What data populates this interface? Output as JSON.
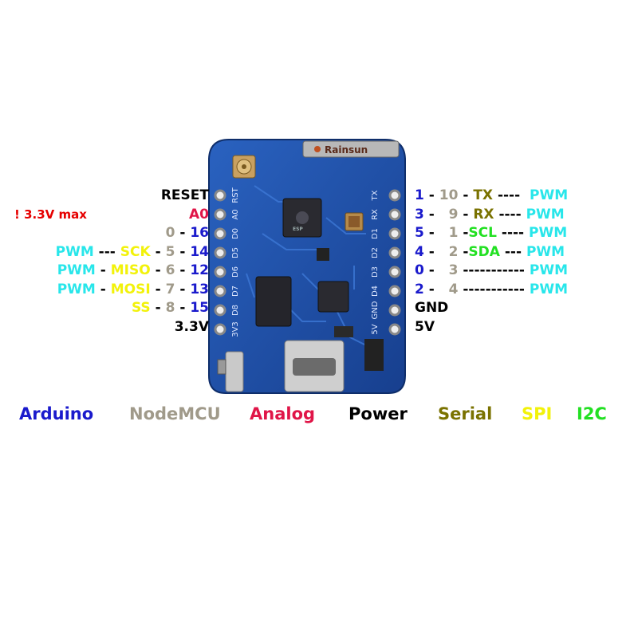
{
  "colors": {
    "arduino": "#1a1acc",
    "nodemcu": "#a09a8a",
    "analog": "#e01548",
    "power": "#000000",
    "serial": "#7a7200",
    "spi": "#f2f20a",
    "i2c": "#22e022",
    "pwm": "#28e6ea",
    "dash": "#000000",
    "warning": "#e60000",
    "pcb": "#1f4fa8"
  },
  "warning": "! 3.3V max",
  "left_pins": [
    {
      "segments": [
        {
          "text": "RESET",
          "color": "power"
        }
      ]
    },
    {
      "segments": [
        {
          "text": "A0",
          "color": "analog"
        }
      ]
    },
    {
      "segments": [
        {
          "text": "0",
          "color": "nodemcu"
        },
        {
          "text": " - ",
          "color": "dash"
        },
        {
          "text": "16",
          "color": "arduino"
        }
      ]
    },
    {
      "segments": [
        {
          "text": "PWM",
          "color": "pwm"
        },
        {
          "text": " --- ",
          "color": "dash"
        },
        {
          "text": "SCK",
          "color": "spi"
        },
        {
          "text": " - ",
          "color": "dash"
        },
        {
          "text": "5",
          "color": "nodemcu"
        },
        {
          "text": " - ",
          "color": "dash"
        },
        {
          "text": "14",
          "color": "arduino"
        }
      ]
    },
    {
      "segments": [
        {
          "text": "PWM",
          "color": "pwm"
        },
        {
          "text": " - ",
          "color": "dash"
        },
        {
          "text": "MISO",
          "color": "spi"
        },
        {
          "text": " - ",
          "color": "dash"
        },
        {
          "text": "6",
          "color": "nodemcu"
        },
        {
          "text": " - ",
          "color": "dash"
        },
        {
          "text": "12",
          "color": "arduino"
        }
      ]
    },
    {
      "segments": [
        {
          "text": "PWM",
          "color": "pwm"
        },
        {
          "text": " - ",
          "color": "dash"
        },
        {
          "text": "MOSI",
          "color": "spi"
        },
        {
          "text": " - ",
          "color": "dash"
        },
        {
          "text": "7",
          "color": "nodemcu"
        },
        {
          "text": " - ",
          "color": "dash"
        },
        {
          "text": "13",
          "color": "arduino"
        }
      ]
    },
    {
      "segments": [
        {
          "text": "SS",
          "color": "spi"
        },
        {
          "text": " - ",
          "color": "dash"
        },
        {
          "text": "8",
          "color": "nodemcu"
        },
        {
          "text": " - ",
          "color": "dash"
        },
        {
          "text": "15",
          "color": "arduino"
        }
      ]
    },
    {
      "segments": [
        {
          "text": "3.3V",
          "color": "power"
        }
      ]
    }
  ],
  "right_pins": [
    {
      "segments": [
        {
          "text": "1",
          "color": "arduino"
        },
        {
          "text": " - ",
          "color": "dash"
        },
        {
          "text": "10",
          "color": "nodemcu"
        },
        {
          "text": " - ",
          "color": "dash"
        },
        {
          "text": "TX",
          "color": "serial"
        },
        {
          "text": " ----  ",
          "color": "dash"
        },
        {
          "text": "PWM",
          "color": "pwm"
        }
      ]
    },
    {
      "segments": [
        {
          "text": "3",
          "color": "arduino"
        },
        {
          "text": " -   ",
          "color": "dash"
        },
        {
          "text": "9",
          "color": "nodemcu"
        },
        {
          "text": " - ",
          "color": "dash"
        },
        {
          "text": "RX",
          "color": "serial"
        },
        {
          "text": " ---- ",
          "color": "dash"
        },
        {
          "text": "PWM",
          "color": "pwm"
        }
      ]
    },
    {
      "segments": [
        {
          "text": "5",
          "color": "arduino"
        },
        {
          "text": " -   ",
          "color": "dash"
        },
        {
          "text": "1",
          "color": "nodemcu"
        },
        {
          "text": " -",
          "color": "dash"
        },
        {
          "text": "SCL",
          "color": "i2c"
        },
        {
          "text": " ---- ",
          "color": "dash"
        },
        {
          "text": "PWM",
          "color": "pwm"
        }
      ]
    },
    {
      "segments": [
        {
          "text": "4",
          "color": "arduino"
        },
        {
          "text": " -   ",
          "color": "dash"
        },
        {
          "text": "2",
          "color": "nodemcu"
        },
        {
          "text": " -",
          "color": "dash"
        },
        {
          "text": "SDA",
          "color": "i2c"
        },
        {
          "text": " --- ",
          "color": "dash"
        },
        {
          "text": "PWM",
          "color": "pwm"
        }
      ]
    },
    {
      "segments": [
        {
          "text": "0",
          "color": "arduino"
        },
        {
          "text": " -   ",
          "color": "dash"
        },
        {
          "text": "3",
          "color": "nodemcu"
        },
        {
          "text": " ----------- ",
          "color": "dash"
        },
        {
          "text": "PWM",
          "color": "pwm"
        }
      ]
    },
    {
      "segments": [
        {
          "text": "2",
          "color": "arduino"
        },
        {
          "text": " -   ",
          "color": "dash"
        },
        {
          "text": "4",
          "color": "nodemcu"
        },
        {
          "text": " ----------- ",
          "color": "dash"
        },
        {
          "text": "PWM",
          "color": "pwm"
        }
      ]
    },
    {
      "segments": [
        {
          "text": "GND",
          "color": "power"
        }
      ]
    },
    {
      "segments": [
        {
          "text": "5V",
          "color": "power"
        }
      ]
    }
  ],
  "legend": [
    {
      "label": "Arduino",
      "color": "arduino"
    },
    {
      "label": "NodeMCU",
      "color": "nodemcu"
    },
    {
      "label": "Analog",
      "color": "analog"
    },
    {
      "label": "Power",
      "color": "power"
    },
    {
      "label": "Serial",
      "color": "serial"
    },
    {
      "label": "SPI",
      "color": "spi"
    },
    {
      "label": "I2C",
      "color": "i2c"
    }
  ],
  "board": {
    "silk_left": [
      "RST",
      "A0",
      "D0",
      "D5",
      "D6",
      "D7",
      "D8",
      "3V3"
    ],
    "silk_right": [
      "TX",
      "RX",
      "D1",
      "D2",
      "D3",
      "D4",
      "GND",
      "5V"
    ],
    "antenna_label": "Rainsun"
  }
}
